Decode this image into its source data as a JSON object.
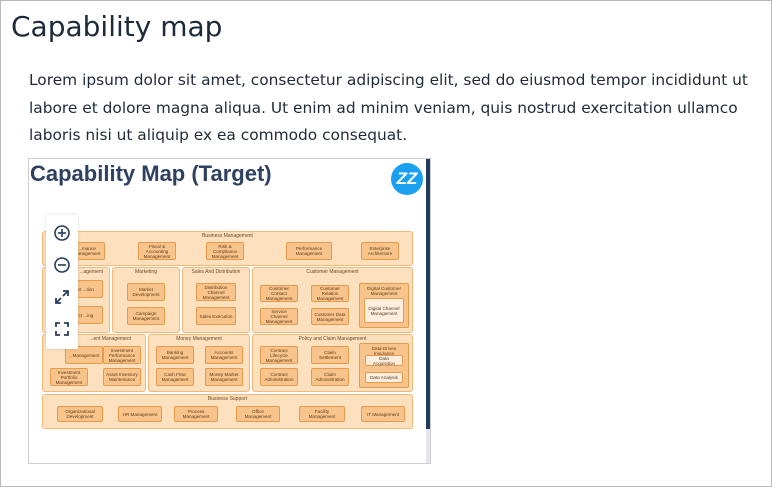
{
  "page": {
    "title": "Capability map",
    "intro": "Lorem ipsum dolor sit amet, consectetur adipiscing elit, sed do eiusmod tempor incididunt ut labore et dolore magna aliqua. Ut enim ad minim veniam, quis nostrud exercitation ullamco laboris nisi ut aliquip ex ea commodo consequat."
  },
  "map": {
    "title": "Capability Map (Target)",
    "brand": "ZZ",
    "tools": [
      "zoom-in",
      "zoom-out",
      "fit-to-screen",
      "full-screen"
    ],
    "groups": {
      "business_management": {
        "label": "Business Management",
        "items": [
          "...mance Management",
          "Fiscal & Accounting Management",
          "Risk & Compliance Management",
          "Performance Management",
          "Enterprise Architecture"
        ]
      },
      "product_management": {
        "label": "...agement",
        "items": [
          "...ct ...tion",
          "...ct ...ing"
        ]
      },
      "marketing": {
        "label": "Marketing",
        "items": [
          "Market Development",
          "Campaign Management"
        ]
      },
      "sales": {
        "label": "Sales And Distribution",
        "items": [
          "Distribution Channel Management",
          "Sales Execution"
        ]
      },
      "customer": {
        "label": "Customer Management",
        "items": [
          "Customer Contact Management",
          "Customer Relation Management",
          "Service Channel Management",
          "Customer Data Management"
        ],
        "digital": "Digital Customer Management",
        "digital_channel": "Digital Channel Management"
      },
      "asset": {
        "label": "...ent Management",
        "items": [
          "...Management",
          "Investment Performance Management",
          "Investment Portfolio Management",
          "Asset Inventory Maintenance"
        ]
      },
      "money": {
        "label": "Money Management",
        "items": [
          "Banking Management",
          "Accounts Management",
          "Cash Flow Management",
          "Money Market Management"
        ]
      },
      "policy": {
        "label": "Policy and Claim Management",
        "items": [
          "Contract Lifecycle Management",
          "Claim Settlement",
          "Contract Administration",
          "Claim Administration"
        ],
        "data_driven": "Data-Driven Insurance",
        "data_acquisition": "Data Acquisition",
        "data_analysis": "Data Analysis"
      },
      "support": {
        "label": "Business Support",
        "items": [
          "Organizational Development",
          "HR Management",
          "Process Management",
          "Office Management",
          "Facility Management",
          "IT Management"
        ]
      }
    },
    "colors": {
      "group_fill": "#fde0bd",
      "capability_fill": "#f9c38c",
      "accent": "#1aa0ef"
    }
  }
}
